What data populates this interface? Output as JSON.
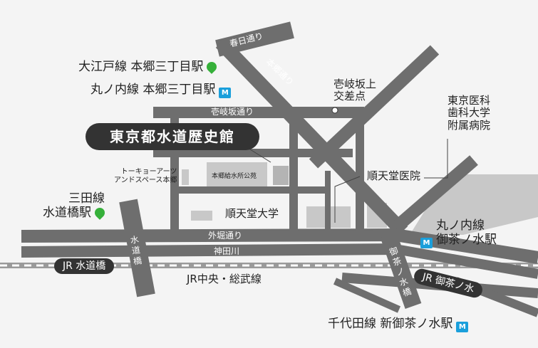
{
  "title": "東京都水道歴史館",
  "colors": {
    "road": "#6e6e6e",
    "block": "#c8c8c8",
    "title_bg": "#333333",
    "metro": "#1a9fdb",
    "toei": "#36b03a"
  },
  "icons": {
    "toei": "ginkgo-leaf-icon",
    "metro": "tokyo-metro-icon"
  },
  "roads": {
    "kasuga": "春日通り",
    "hongo": "本郷通り",
    "ikizaka": "壱岐坂通り",
    "sotobori": "外堀通り",
    "kandagawa": "神田川",
    "suidobashi": "水道橋",
    "ochanomizubashi": "御茶ノ水橋"
  },
  "places": {
    "oedo_hongo": "大江戸線 本郷三丁目駅",
    "marunouchi_hongo": "丸ノ内線 本郷三丁目駅",
    "ikizaka_intersection_1": "壱岐坂上",
    "ikizaka_intersection_2": "交差点",
    "tmd_1": "東京医科",
    "tmd_2": "歯科大学",
    "tmd_3": "附属病院",
    "tokyo_space_1": "トーキョーアーツ",
    "tokyo_space_2": "アンドスペース本郷",
    "park": "本郷給水所公苑",
    "juntendo_hospital": "順天堂医院",
    "juntendo_univ": "順天堂大学",
    "mita_1": "三田線",
    "mita_2": "水道橋駅",
    "marunouchi_och_1": "丸ノ内線",
    "marunouchi_och_2": "御茶ノ水駅",
    "chiyoda": "千代田線 新御茶ノ水駅",
    "jr_line": "JR中央・総武線"
  },
  "stations": {
    "jr_suidobashi": "JR 水道橋",
    "jr_ochanomizu": "JR 御茶ノ水"
  }
}
